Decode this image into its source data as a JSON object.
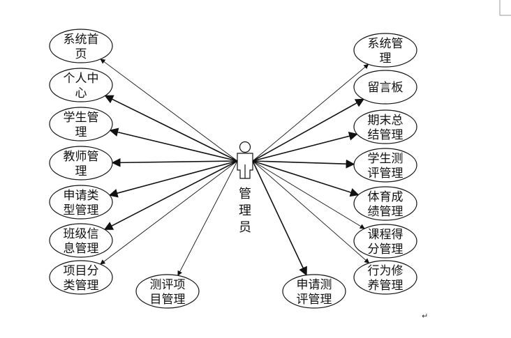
{
  "actor": {
    "name": "管理员"
  },
  "use_cases": [
    {
      "id": "sys-home",
      "lines": [
        "系统首",
        "页"
      ]
    },
    {
      "id": "personal-center",
      "lines": [
        "个人中",
        "心"
      ]
    },
    {
      "id": "student-mgmt",
      "lines": [
        "学生管",
        "理"
      ]
    },
    {
      "id": "teacher-mgmt",
      "lines": [
        "教师管",
        "理"
      ]
    },
    {
      "id": "apply-type-mgmt",
      "lines": [
        "申请类",
        "型管理"
      ]
    },
    {
      "id": "class-info-mgmt",
      "lines": [
        "班级信",
        "息管理"
      ]
    },
    {
      "id": "project-cat-mgmt",
      "lines": [
        "项目分",
        "类管理"
      ]
    },
    {
      "id": "eval-project-mgmt",
      "lines": [
        "测评项",
        "目管理"
      ]
    },
    {
      "id": "apply-eval-mgmt",
      "lines": [
        "申请测",
        "评管理"
      ]
    },
    {
      "id": "system-mgmt",
      "lines": [
        "系统管",
        "理"
      ]
    },
    {
      "id": "message-board",
      "lines": [
        "留言板"
      ]
    },
    {
      "id": "final-summary-mgmt",
      "lines": [
        "期末总",
        "结管理"
      ]
    },
    {
      "id": "student-eval-mgmt",
      "lines": [
        "学生测",
        "评管理"
      ]
    },
    {
      "id": "pe-score-mgmt",
      "lines": [
        "体育成",
        "绩管理"
      ]
    },
    {
      "id": "course-score-mgmt",
      "lines": [
        "课程得",
        "分管理"
      ]
    },
    {
      "id": "behavior-mgmt",
      "lines": [
        "行为修",
        "养管理"
      ]
    }
  ],
  "page_mark": "↵"
}
